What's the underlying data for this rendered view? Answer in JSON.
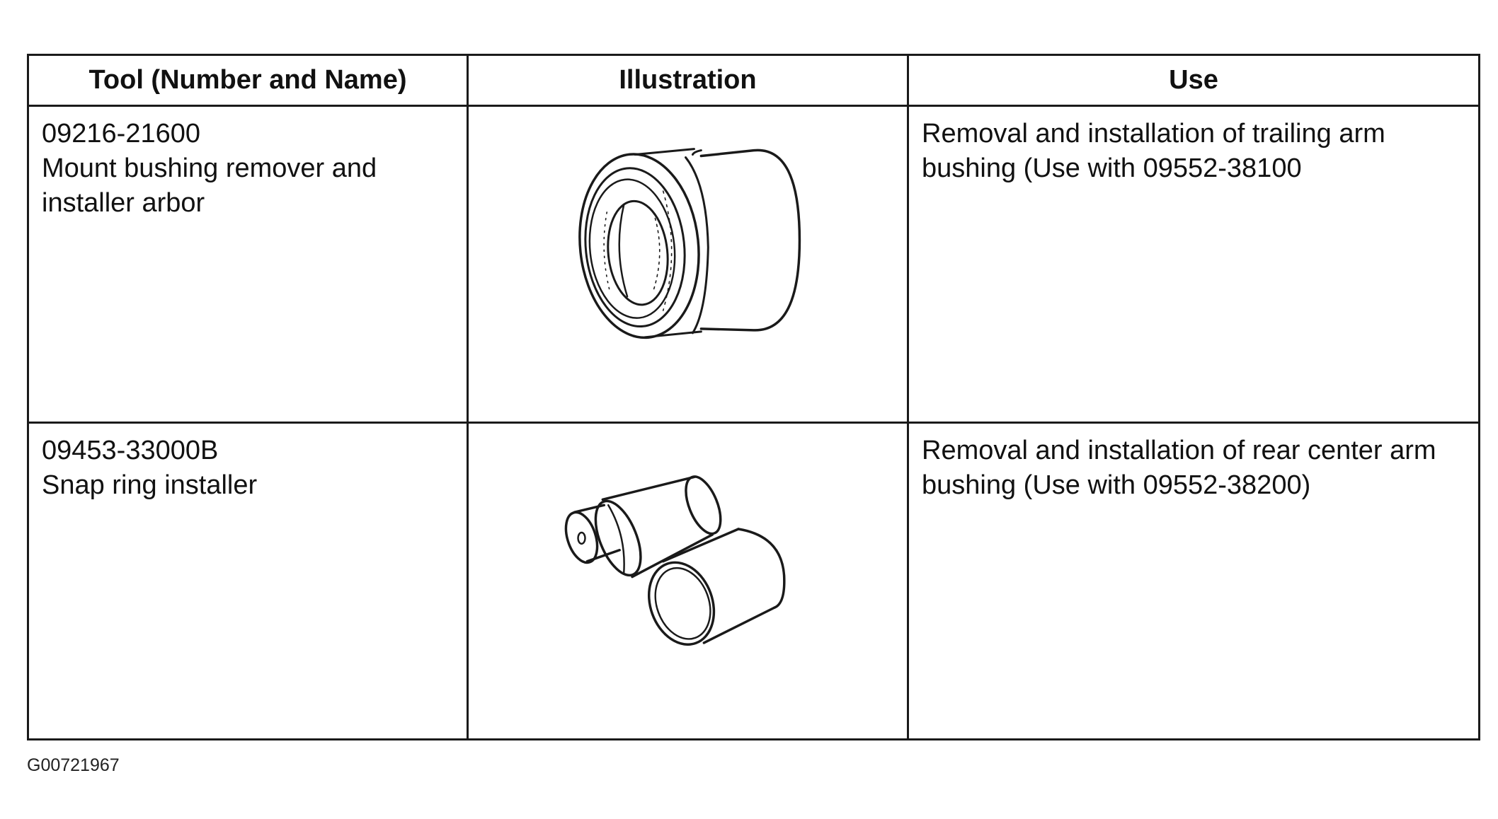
{
  "table": {
    "headers": {
      "tool": "Tool (Number and Name)",
      "illustration": "Illustration",
      "use": "Use"
    },
    "rows": [
      {
        "tool_number": "09216-21600",
        "tool_name_lines": [
          "Mount bushing remover and",
          "installer arbor"
        ],
        "illustration_icon": "bushing-arbor-icon",
        "use_lines": [
          "Removal and installation of trailing arm",
          "bushing (Use with 09552-38100"
        ]
      },
      {
        "tool_number": "09453-33000B",
        "tool_name_lines": [
          "Snap ring installer"
        ],
        "illustration_icon": "snap-ring-installer-icon",
        "use_lines": [
          "Removal and installation of rear center arm",
          "bushing (Use with 09552-38200)"
        ]
      }
    ]
  },
  "figure_code": "G00721967",
  "colors": {
    "line": "#1a1a1a",
    "background": "#ffffff"
  }
}
